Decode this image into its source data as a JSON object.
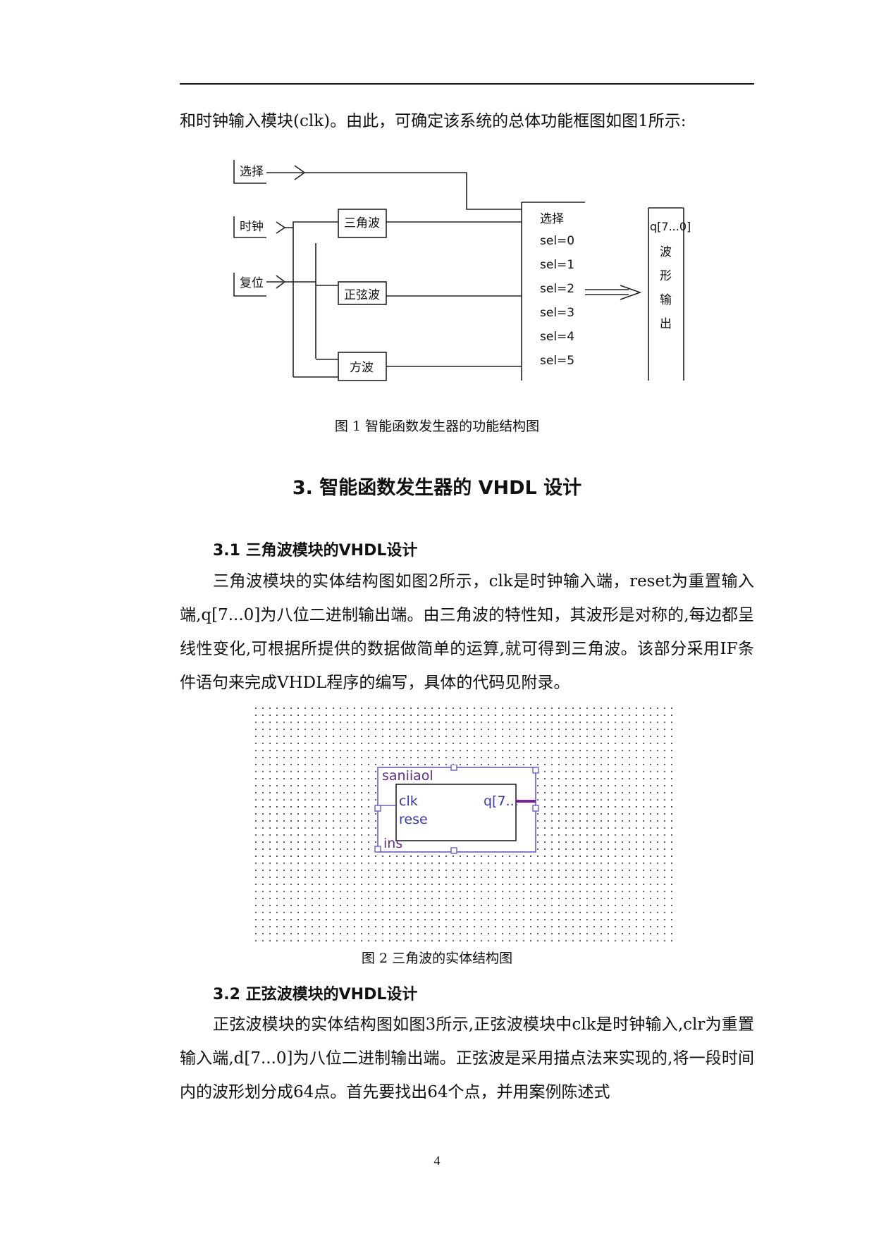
{
  "intro_text": "和时钟输入模块(clk)。由此，可确定该系统的总体功能框图如图1所示:",
  "figure1": {
    "inputs": [
      "选择",
      "时钟",
      "复位"
    ],
    "modules": [
      "三角波",
      "正弦波",
      "方波"
    ],
    "mux_title": "选择",
    "mux_options": [
      "sel=0",
      "sel=1",
      "sel=2",
      "sel=3",
      "sel=4",
      "sel=5"
    ],
    "output_label": "q[7...0]",
    "output_chars": [
      "波",
      "形",
      "输",
      "出"
    ],
    "caption": "图 1 智能函数发生器的功能结构图"
  },
  "section3_title": "3. 智能函数发生器的 VHDL 设计",
  "sub31": {
    "title": "3.1 三角波模块的VHDL设计",
    "text": "三角波模块的实体结构图如图2所示，clk是时钟输入端，reset为重置输入端,q[7...0]为八位二进制输出端。由三角波的特性知，其波形是对称的,每边都呈线性变化,可根据所提供的数据做简单的运算,就可得到三角波。该部分采用IF条件语句来完成VHDL程序的编写，具体的代码见附录。"
  },
  "figure2": {
    "block_name": "saniiaol",
    "port_clk": "clk",
    "port_reset": "rese",
    "port_out": "q[7...",
    "instance": "ins",
    "caption": "图 2 三角波的实体结构图"
  },
  "sub32": {
    "title": "3.2 正弦波模块的VHDL设计",
    "text": "正弦波模块的实体结构图如图3所示,正弦波模块中clk是时钟输入,clr为重置输入端,d[7...0]为八位二进制输出端。正弦波是采用描点法来实现的,将一段时间内的波形划分成64点。首先要找出64个点，并用案例陈述式"
  },
  "page_number": "4",
  "colors": {
    "block_outline": "#6a5acd",
    "block_text": "#5b2c8a",
    "output_wire": "#7a1fa2"
  }
}
